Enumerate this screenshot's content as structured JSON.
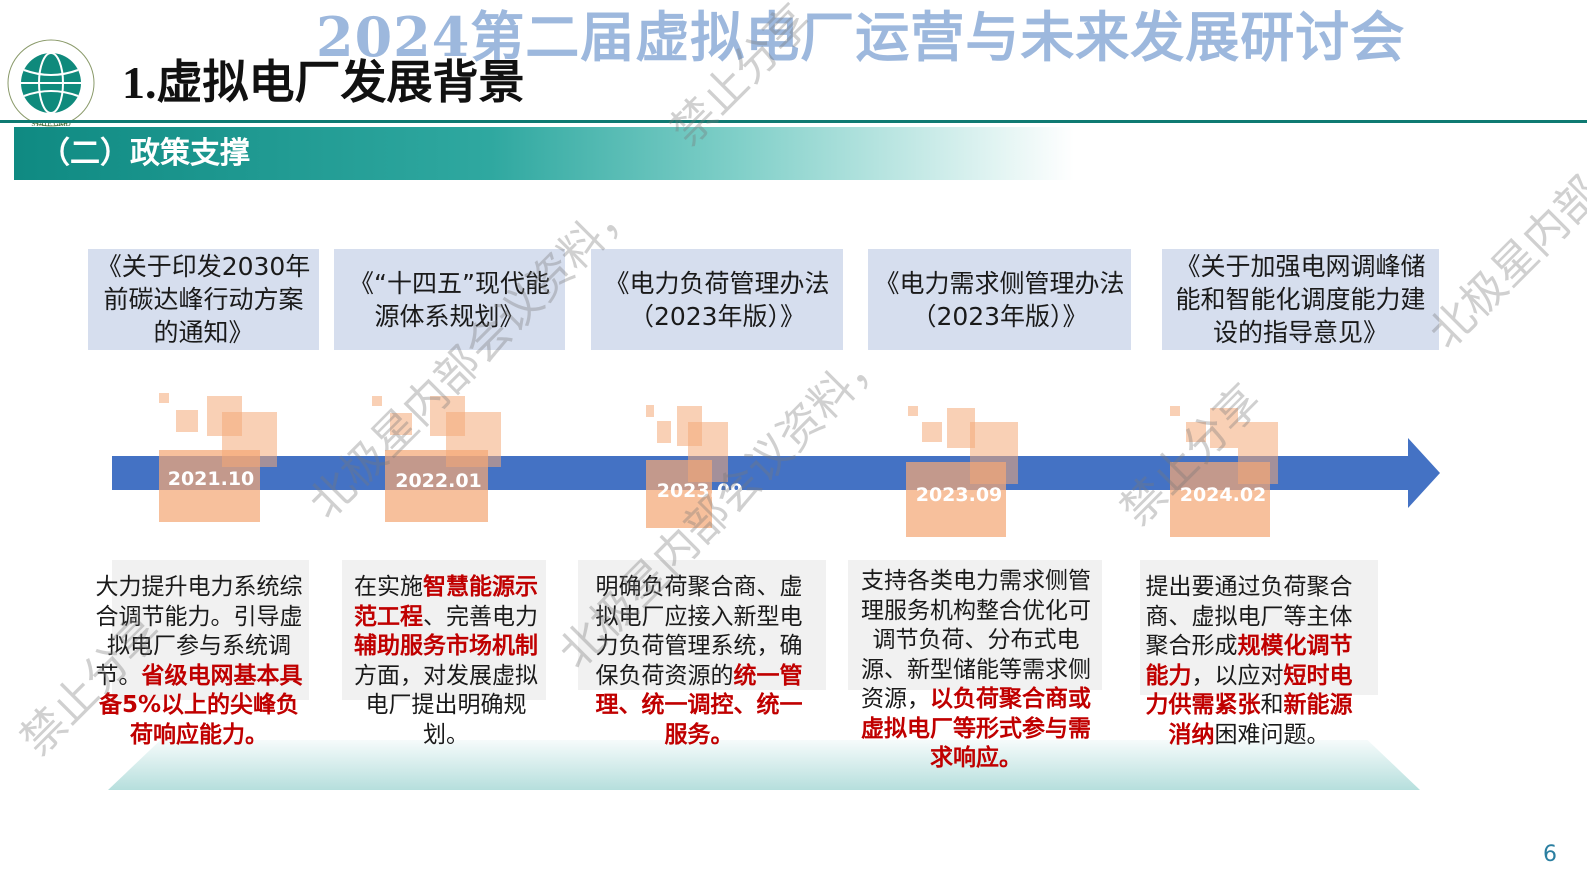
{
  "header": {
    "conference_title": "2024第二届虚拟电厂运营与未来发展研讨会",
    "page_title": "1.虚拟电厂发展背景",
    "section_label": "（二）政策支撑",
    "logo_text": "STATE GRID CORPORATION OF CHINA",
    "logo_cn": "国家电网公司"
  },
  "colors": {
    "accent_teal": "#0f7a72",
    "timeline_blue": "#4472c4",
    "marker_orange": "#f4a876",
    "highlight_red": "#c00000",
    "policy_box_bg": "#d6deee"
  },
  "policies": [
    {
      "title": "《关于印发2030年前碳达峰行动方案的通知》",
      "date": "2021.10",
      "desc": [
        {
          "t": "大力提升电力系统综合调节能力。引导虚拟电厂参与系统调节。",
          "h": false
        },
        {
          "t": "省级电网基本具备5%以上的尖峰负荷响应能力。",
          "h": true
        }
      ]
    },
    {
      "title": "《“十四五”现代能源体系规划》",
      "date": "2022.01",
      "desc": [
        {
          "t": "在实施",
          "h": false
        },
        {
          "t": "智慧能源示范工程",
          "h": true
        },
        {
          "t": "、完善电力",
          "h": false
        },
        {
          "t": "辅助服务市场机制",
          "h": true
        },
        {
          "t": "方面，对发展虚拟电厂提出明确规划。",
          "h": false
        }
      ]
    },
    {
      "title": "《电力负荷管理办法（2023年版）》",
      "date": "2023.09",
      "desc": [
        {
          "t": "明确负荷聚合商、虚拟电厂应接入新型电力负荷管理系统，确保负荷资源的",
          "h": false
        },
        {
          "t": "统一管理、统一调控、统一服务",
          "h": true
        },
        {
          "t": "。",
          "h": false
        }
      ]
    },
    {
      "title": "《电力需求侧管理办法（2023年版）》",
      "date": "2023.09",
      "desc": [
        {
          "t": "支持各类电力需求侧管理服务机构整合优化可调节负荷、分布式电源、新型储能等需求侧资源，",
          "h": false
        },
        {
          "t": "以负荷聚合商或虚拟电厂等形式参与需求响应",
          "h": true
        },
        {
          "t": "。",
          "h": false
        }
      ]
    },
    {
      "title": "《关于加强电网调峰储能和智能化调度能力建设的指导意见》",
      "date": "2024.02",
      "desc": [
        {
          "t": "提出要通过负荷聚合商、虚拟电厂等主体聚合形成",
          "h": false
        },
        {
          "t": "规模化调节能力",
          "h": true
        },
        {
          "t": "，以应对",
          "h": false
        },
        {
          "t": "短时电力供需紧张",
          "h": true
        },
        {
          "t": "和",
          "h": false
        },
        {
          "t": "新能源消纳",
          "h": true
        },
        {
          "t": "困难问题。",
          "h": false
        }
      ]
    }
  ],
  "watermark": {
    "lines": [
      "禁止分享",
      "北极星内部会议资料，",
      "禁止分享"
    ]
  },
  "footer": {
    "page_number": "6"
  }
}
